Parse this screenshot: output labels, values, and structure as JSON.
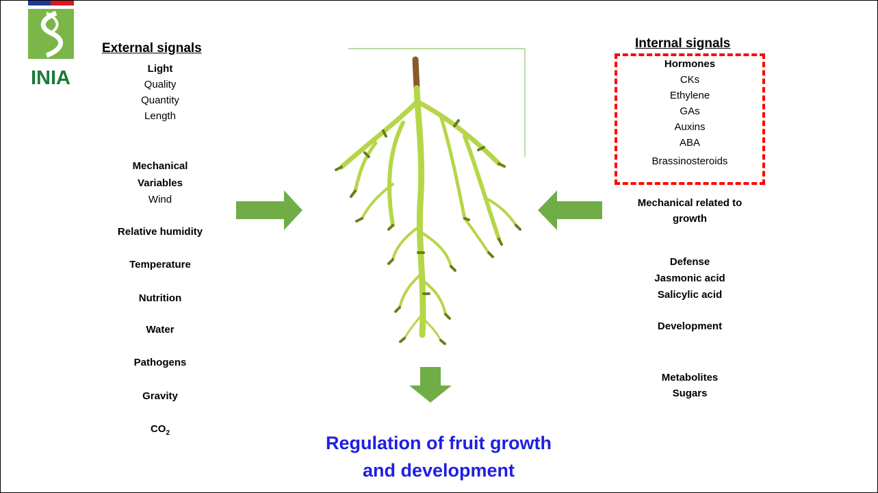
{
  "logo": {
    "text": "INIA"
  },
  "external": {
    "heading": "External signals",
    "light": {
      "title": "Light",
      "items": [
        "Quality",
        "Quantity",
        "Length"
      ]
    },
    "mechanical": {
      "line1": "Mechanical",
      "line2": "Variables",
      "item": "Wind"
    },
    "relative_humidity": "Relative humidity",
    "temperature": "Temperature",
    "nutrition": "Nutrition",
    "water": "Water",
    "pathogens": "Pathogens",
    "gravity": "Gravity",
    "co2": {
      "base": "CO",
      "sub": "2"
    }
  },
  "internal": {
    "heading": "Internal signals",
    "hormones": {
      "title": "Hormones",
      "items": [
        "CKs",
        "Ethylene",
        "GAs",
        "Auxins",
        "ABA",
        "Brassinosteroids"
      ]
    },
    "mechanical": {
      "line1": "Mechanical related to",
      "line2": "growth"
    },
    "defense": {
      "title": "Defense",
      "items": [
        "Jasmonic acid",
        "Salicylic acid"
      ]
    },
    "development": "Development",
    "metabolites": {
      "title": "Metabolites",
      "item": "Sugars"
    }
  },
  "title": {
    "line1": "Regulation of fruit growth",
    "line2": "and development"
  },
  "colors": {
    "arrow": "#70ad47",
    "title": "#1f1fe0",
    "box": "#ff0000",
    "stem": "#b6d64a",
    "stem_dark": "#6b7d1c"
  }
}
